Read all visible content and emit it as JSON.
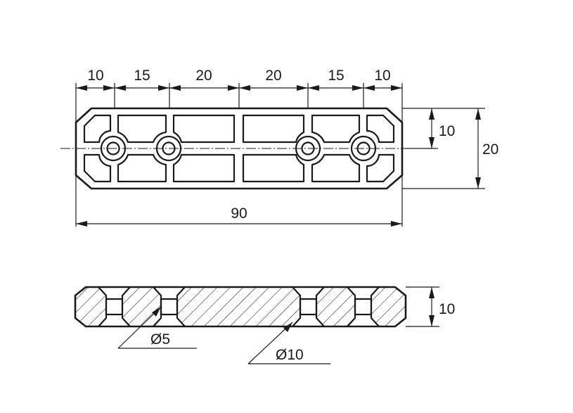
{
  "dimensions": {
    "top_segments": [
      "10",
      "15",
      "20",
      "20",
      "15",
      "10"
    ],
    "overall_length": "90",
    "hole_spacing_height": "10",
    "overall_height": "20",
    "section_thickness": "10",
    "small_diameter": "Ø5",
    "large_diameter": "Ø10"
  }
}
